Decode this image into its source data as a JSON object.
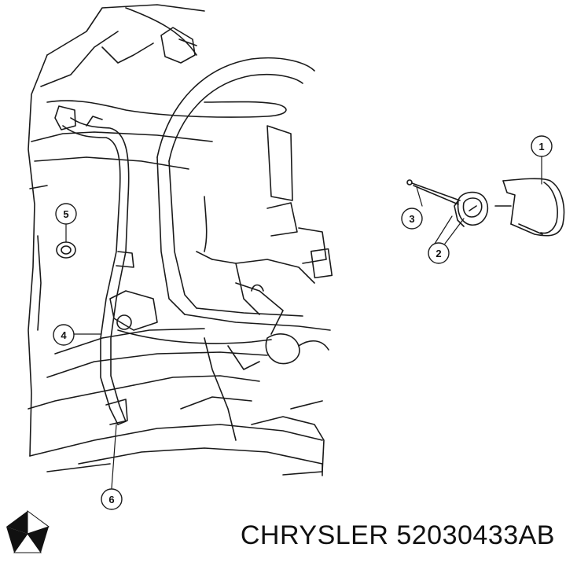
{
  "callouts": {
    "c1": "1",
    "c2": "2",
    "c3": "3",
    "c4": "4",
    "c5": "5",
    "c6": "6"
  },
  "brand": {
    "name": "CHRYSLER",
    "part_number": "52030433AB"
  },
  "logo": {
    "name": "chrysler-pentastar-icon"
  },
  "colors": {
    "line": "#1a1a1a",
    "background": "#ffffff"
  }
}
